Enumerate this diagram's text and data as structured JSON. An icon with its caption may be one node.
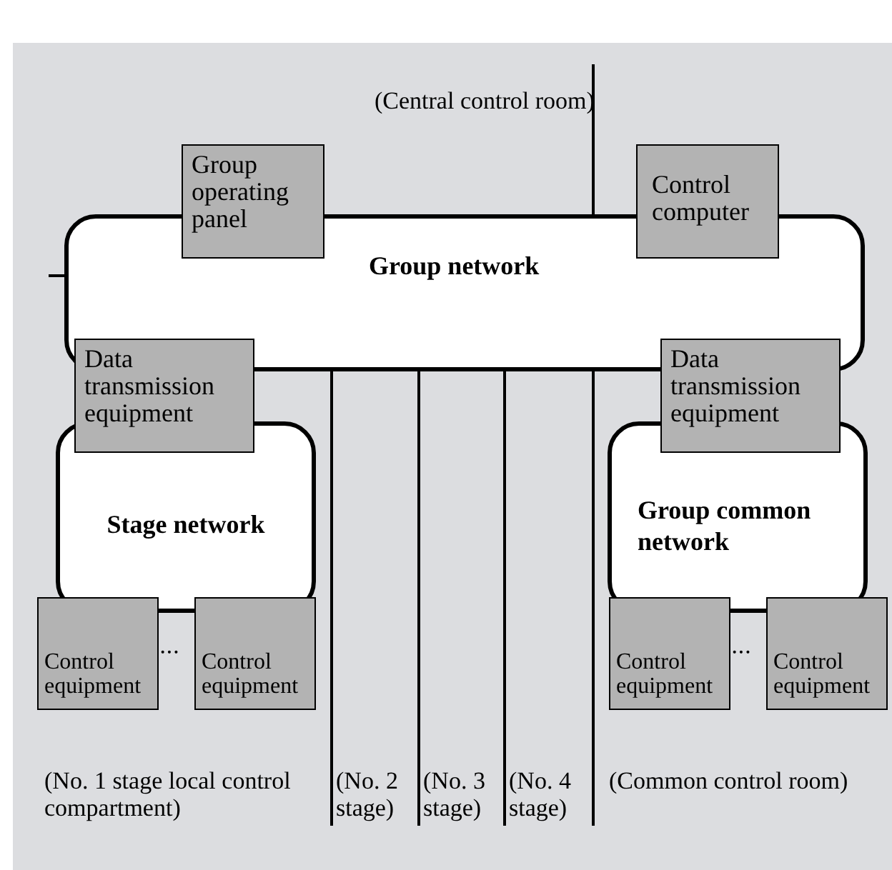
{
  "diagram": {
    "nodes": [
      {
        "text": [
          "Group network"
        ]
      },
      {
        "text": [
          "Group operating panel"
        ]
      },
      {
        "text": [
          "Control computer"
        ]
      },
      {
        "text": [
          "Stage network"
        ]
      },
      {
        "text": [
          "Group common network"
        ]
      },
      {
        "text": [
          "Data transmission equipment"
        ]
      },
      {
        "text": [
          "Data transmission equipment"
        ]
      },
      {
        "text": [
          "Control equipment"
        ]
      },
      {
        "text": [
          "Control equipment"
        ]
      },
      {
        "text": [
          "Control equipment"
        ]
      },
      {
        "text": [
          "Control equipment"
        ]
      }
    ],
    "labels": [
      "(Central control room)",
      "···",
      "···",
      "(No. 1 stage local control compartment)",
      "(No. 2 stage)",
      "(No. 3 stage)",
      "(No. 4 stage)",
      "(Common control room)"
    ]
  }
}
